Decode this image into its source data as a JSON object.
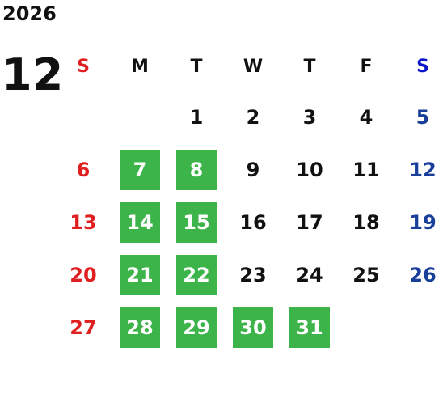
{
  "calendar": {
    "year": "2026",
    "month": "12",
    "weekdays": [
      "S",
      "M",
      "T",
      "W",
      "T",
      "F",
      "S"
    ],
    "highlight_color": "#3cb44a",
    "weeks": [
      [
        {
          "day": "",
          "highlighted": false
        },
        {
          "day": "",
          "highlighted": false
        },
        {
          "day": "1",
          "highlighted": false
        },
        {
          "day": "2",
          "highlighted": false
        },
        {
          "day": "3",
          "highlighted": false
        },
        {
          "day": "4",
          "highlighted": false
        },
        {
          "day": "5",
          "highlighted": false
        }
      ],
      [
        {
          "day": "6",
          "highlighted": false
        },
        {
          "day": "7",
          "highlighted": true
        },
        {
          "day": "8",
          "highlighted": true
        },
        {
          "day": "9",
          "highlighted": false
        },
        {
          "day": "10",
          "highlighted": false
        },
        {
          "day": "11",
          "highlighted": false
        },
        {
          "day": "12",
          "highlighted": false
        }
      ],
      [
        {
          "day": "13",
          "highlighted": false
        },
        {
          "day": "14",
          "highlighted": true
        },
        {
          "day": "15",
          "highlighted": true
        },
        {
          "day": "16",
          "highlighted": false
        },
        {
          "day": "17",
          "highlighted": false
        },
        {
          "day": "18",
          "highlighted": false
        },
        {
          "day": "19",
          "highlighted": false
        }
      ],
      [
        {
          "day": "20",
          "highlighted": false
        },
        {
          "day": "21",
          "highlighted": true
        },
        {
          "day": "22",
          "highlighted": true
        },
        {
          "day": "23",
          "highlighted": false
        },
        {
          "day": "24",
          "highlighted": false
        },
        {
          "day": "25",
          "highlighted": false
        },
        {
          "day": "26",
          "highlighted": false
        }
      ],
      [
        {
          "day": "27",
          "highlighted": false
        },
        {
          "day": "28",
          "highlighted": true
        },
        {
          "day": "29",
          "highlighted": true
        },
        {
          "day": "30",
          "highlighted": true
        },
        {
          "day": "31",
          "highlighted": true
        },
        {
          "day": "",
          "highlighted": false
        },
        {
          "day": "",
          "highlighted": false
        }
      ]
    ]
  }
}
